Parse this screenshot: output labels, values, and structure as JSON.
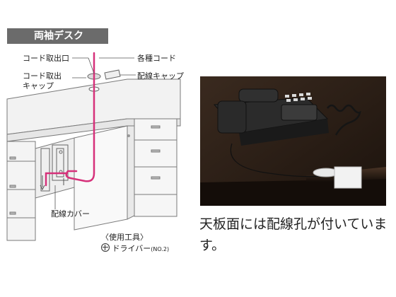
{
  "header": {
    "title": "両袖デスク"
  },
  "callouts": {
    "cord_outlet": "コード取出口",
    "cords": "各種コード",
    "cord_outlet_cap_line1": "コード取出",
    "cord_outlet_cap_line2": "キャップ",
    "wiring_cap": "配線キャップ",
    "wiring_cover": "配線カバー"
  },
  "tools": {
    "heading": "〈使用工具〉",
    "item": "ドライバー",
    "item_note": "(NO.2)",
    "item_icon": "plus-screwdriver-icon"
  },
  "caption": "天板面には配線孔が付いています。",
  "colors": {
    "cord": "#d6317a",
    "header_bg": "#6b6b6b",
    "desk_line": "#888888"
  }
}
